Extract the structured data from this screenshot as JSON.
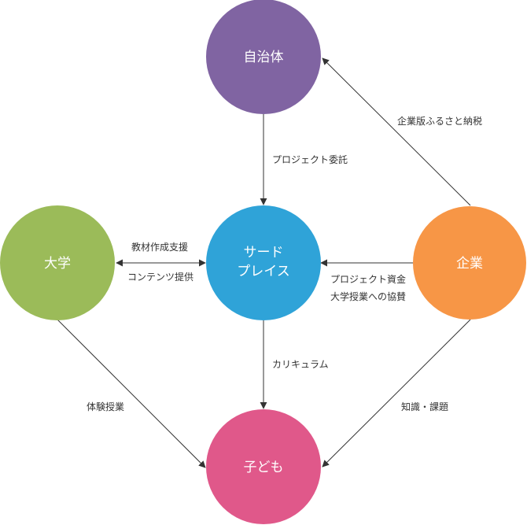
{
  "nodes": {
    "jichitai": {
      "label": "自治体",
      "color": "#8064a2"
    },
    "third_place": {
      "label_line1": "サード",
      "label_line2": "プレイス",
      "color": "#2fa3d8"
    },
    "daigaku": {
      "label": "大学",
      "color": "#9bbb59"
    },
    "kigyo": {
      "label": "企業",
      "color": "#f79646"
    },
    "kodomo": {
      "label": "子ども",
      "color": "#e0588a"
    }
  },
  "edges": {
    "project_itaku": "プロジェクト委託",
    "furusato_nozei": "企業版ふるさと納税",
    "kyozai_sakusei": "教材作成支援",
    "contents_teikyo": "コンテンツ提供",
    "project_shikin": "プロジェクト資金",
    "daigaku_kyosan": "大学授業への協賛",
    "curriculum": "カリキュラム",
    "taiken_jugyo": "体験授業",
    "chishiki_kadai": "知識・課題"
  }
}
